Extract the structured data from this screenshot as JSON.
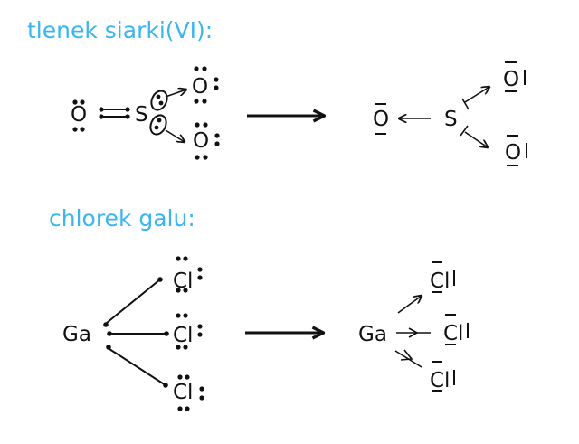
{
  "sections": [
    {
      "title": "tlenek siarki(VI):",
      "left": {
        "central": "S",
        "ligands": [
          "O",
          "O",
          "O"
        ]
      },
      "right": {
        "central": "S",
        "ligands": [
          "O",
          "O",
          "O"
        ]
      }
    },
    {
      "title": "chlorek galu:",
      "left": {
        "central": "Ga",
        "ligands": [
          "Cl",
          "Cl",
          "Cl"
        ]
      },
      "right": {
        "central": "Ga",
        "ligands": [
          "Cl",
          "Cl",
          "Cl"
        ]
      }
    }
  ],
  "colors": {
    "title": "#3bb5f0",
    "ink": "#111111"
  }
}
